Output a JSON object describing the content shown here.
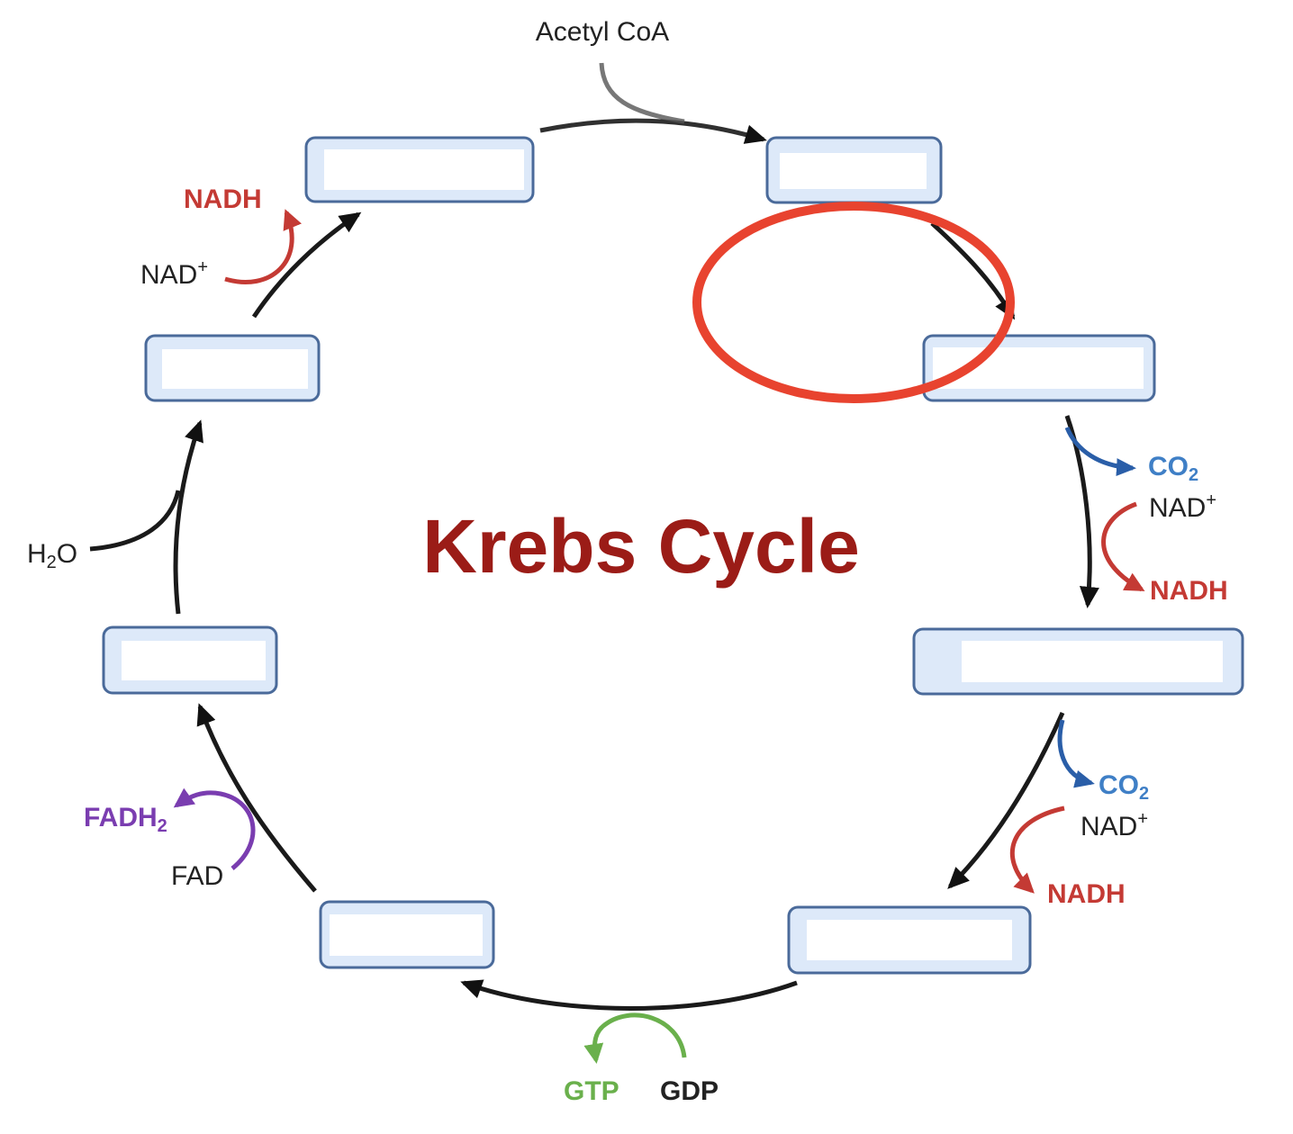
{
  "title": "Krebs Cycle",
  "inputs": {
    "acetyl_coa": "Acetyl CoA",
    "h2o_main": "H",
    "h2o_sub": "2",
    "h2o_tail": "O"
  },
  "step3": {
    "co2_main": "CO",
    "co2_sub": "2",
    "nad_main": "NAD",
    "nad_sup": "+",
    "nadh": "NADH"
  },
  "step4": {
    "co2_main": "CO",
    "co2_sub": "2",
    "nad_main": "NAD",
    "nad_sup": "+",
    "nadh": "NADH"
  },
  "step5": {
    "gtp": "GTP",
    "gdp": "GDP"
  },
  "step6": {
    "fadh_main": "FADH",
    "fadh_sub": "2",
    "fad": "FAD"
  },
  "step8": {
    "nad_main": "NAD",
    "nad_sup": "+",
    "nadh": "NADH"
  },
  "colors": {
    "title": "#9b1c17",
    "nadh": "#c43a34",
    "co2": "#3f7fc6",
    "gtp": "#6ab04c",
    "fadh2": "#7a3db0",
    "box_fill": "#dde9f9",
    "box_stroke": "#4a6a9a",
    "highlight_circle": "#e8432f"
  }
}
